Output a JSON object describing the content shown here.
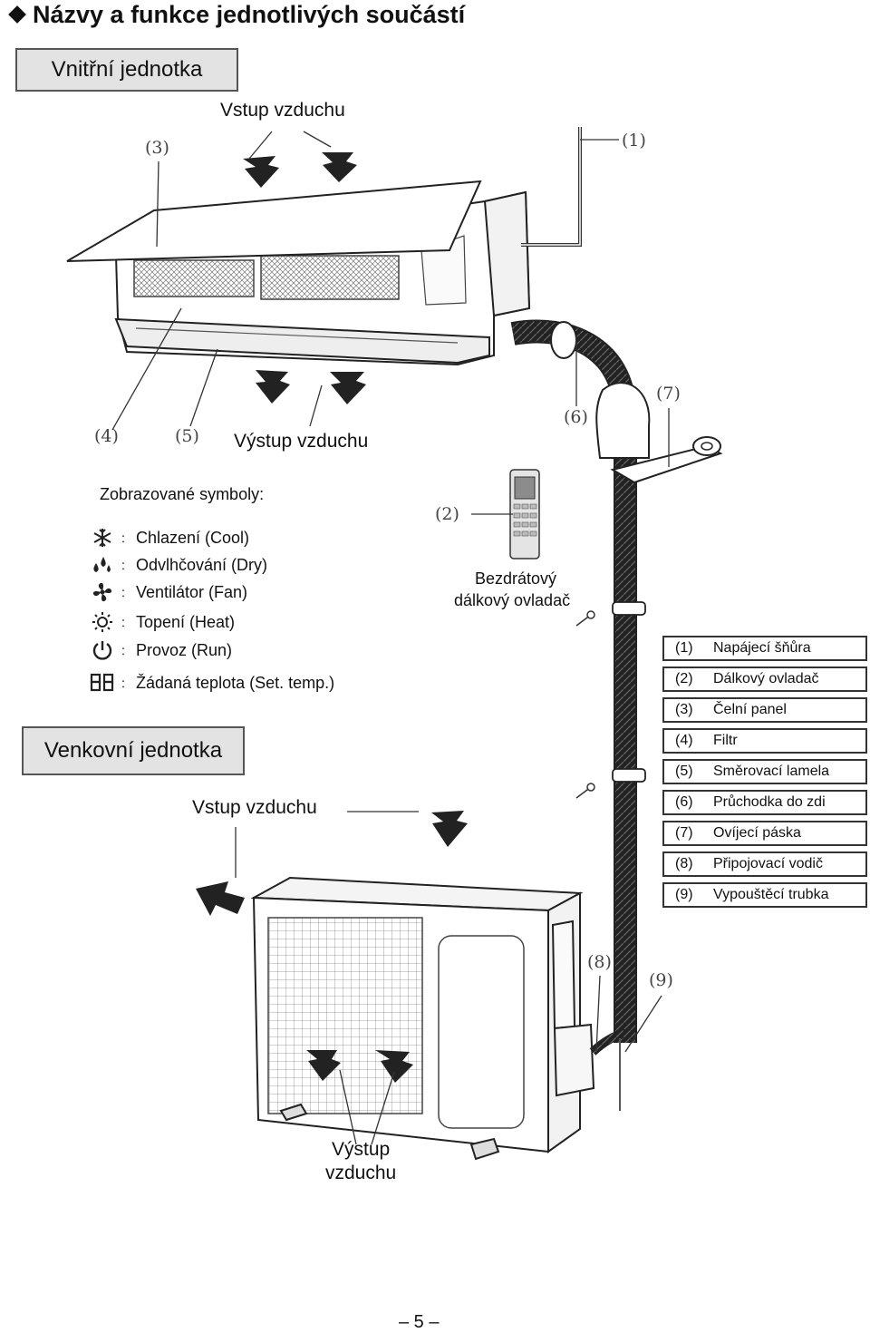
{
  "title": "Názvy a funkce jednotlivých součástí",
  "indoor": {
    "heading": "Vnitřní jednotka",
    "air_in": "Vstup vzduchu",
    "air_out": "Výstup vzduchu"
  },
  "symbols": {
    "heading": "Zobrazované symboly:",
    "items": [
      {
        "icon": "snowflake-icon",
        "label": "Chlazení (Cool)"
      },
      {
        "icon": "droplets-icon",
        "label": "Odvlhčování (Dry)"
      },
      {
        "icon": "fan-icon",
        "label": "Ventilátor (Fan)"
      },
      {
        "icon": "sun-icon",
        "label": "Topení (Heat)"
      },
      {
        "icon": "power-icon",
        "label": "Provoz (Run)"
      },
      {
        "icon": "seven-segment-icon",
        "label": "Žádaná teplota (Set. temp.)"
      }
    ],
    "colon": "："
  },
  "remote": {
    "label_line1": "Bezdrátový",
    "label_line2": "dálkový ovladač"
  },
  "outdoor": {
    "heading": "Venkovní jednotka",
    "air_in": "Vstup vzduchu",
    "air_out_line1": "Výstup",
    "air_out_line2": "vzduchu"
  },
  "callouts": [
    "(1)",
    "(2)",
    "(3)",
    "(4)",
    "(5)",
    "(6)",
    "(7)",
    "(8)",
    "(9)"
  ],
  "legend": [
    {
      "num": "(1)",
      "label": "Napájecí šňůra"
    },
    {
      "num": "(2)",
      "label": "Dálkový ovladač"
    },
    {
      "num": "(3)",
      "label": "Čelní panel"
    },
    {
      "num": "(4)",
      "label": "Filtr"
    },
    {
      "num": "(5)",
      "label": "Směrovací lamela"
    },
    {
      "num": "(6)",
      "label": "Průchodka do zdi"
    },
    {
      "num": "(7)",
      "label": "Ovíjecí páska"
    },
    {
      "num": "(8)",
      "label": "Připojovací vodič"
    },
    {
      "num": "(9)",
      "label": "Vypouštěcí trubka"
    }
  ],
  "page_number": "– 5 –"
}
